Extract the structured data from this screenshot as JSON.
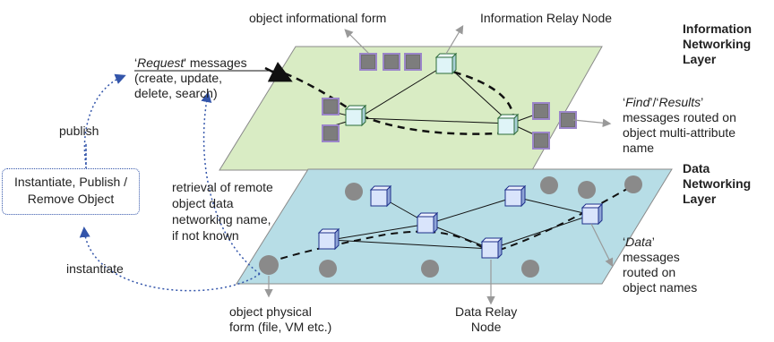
{
  "labels": {
    "object_informational_form": "object informational form",
    "information_relay_node": "Information Relay Node",
    "info_layer_title": [
      "Information",
      "Networking",
      "Layer"
    ],
    "request_word": "Request",
    "request_rest": "' messages",
    "request_ops": [
      "(create, update,",
      "delete, search)"
    ],
    "publish": "publish",
    "instantiate_box": [
      "Instantiate, Publish /",
      "Remove Object"
    ],
    "instantiate": "instantiate",
    "find_word": "Find",
    "results_word": "Results",
    "find_lines": [
      "messages routed on",
      "object multi-attribute",
      "name"
    ],
    "data_layer_title": [
      "Data",
      "Networking",
      "Layer"
    ],
    "retrieval": [
      "retrieval of remote",
      "object data",
      "networking name,",
      "if not known"
    ],
    "data_word": "Data",
    "data_lines": [
      "messages",
      "routed on",
      "object names"
    ],
    "object_physical_form": [
      "object physical",
      "form (file, VM etc.)"
    ],
    "data_relay_node": [
      "Data Relay",
      "Node"
    ]
  },
  "colors": {
    "info_plane": "#d9ecc4",
    "data_plane": "#b7dde6",
    "relay_cube": "#dff4f7",
    "data_cube": "#d9e4fb",
    "object_square": "#7a7a7a",
    "object_square_border": "#9b86c9",
    "object_circle": "#8a8a8a",
    "arrow_blue": "#3355aa",
    "pointer_gray": "#999999"
  },
  "icons": [
    "relay-node-cube-icon",
    "object-square-icon",
    "object-circle-icon",
    "dotted-blue-arrow-icon"
  ]
}
